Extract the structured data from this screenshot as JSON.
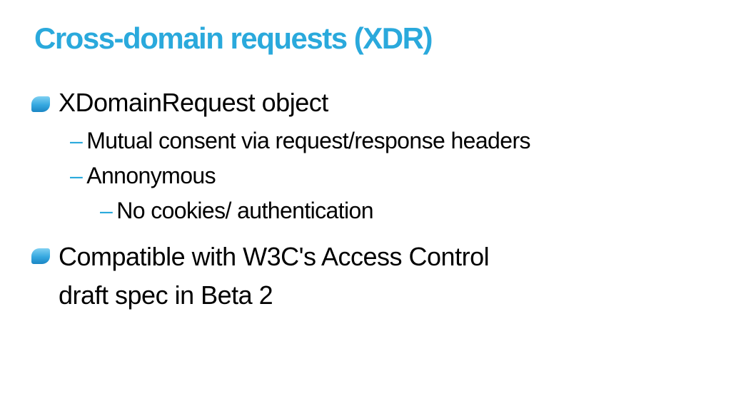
{
  "slide": {
    "title": "Cross-domain requests (XDR)",
    "colors": {
      "title": "#2aa9dc",
      "bullet": "#35a8e0",
      "dash": "#2aa9dc",
      "text": "#000000"
    },
    "bullets": [
      {
        "text": "XDomainRequest object",
        "sub": [
          {
            "text": "Mutual consent via request/response headers"
          },
          {
            "text": "Annonymous",
            "sub": [
              {
                "text": "No cookies/ authentication"
              }
            ]
          }
        ]
      },
      {
        "text": "Compatible with W3C's Access Control\ndraft spec in Beta 2"
      }
    ],
    "dash_glyph": "–"
  }
}
